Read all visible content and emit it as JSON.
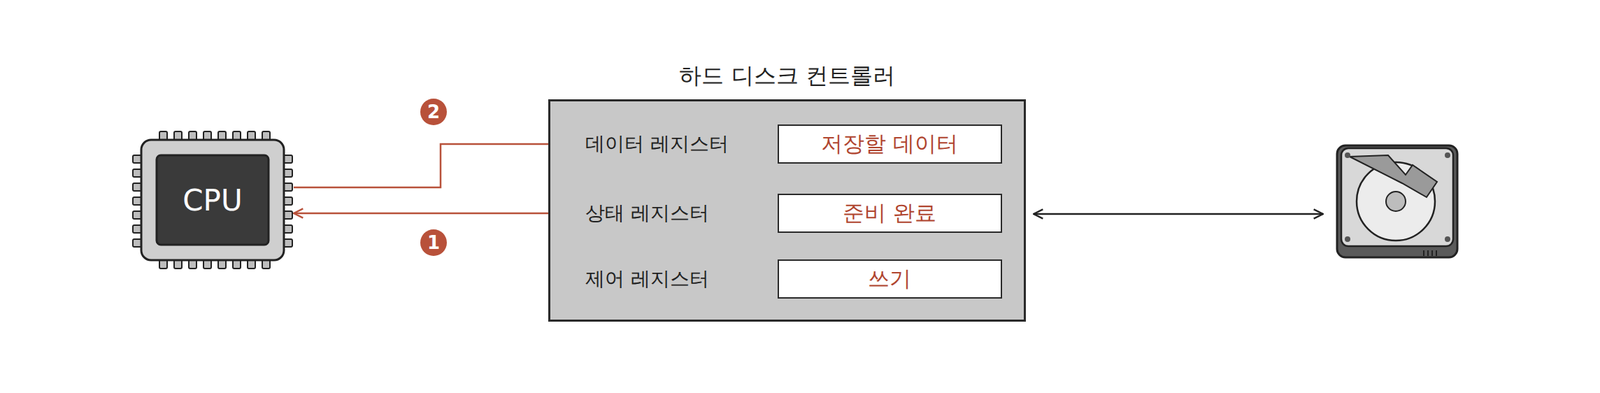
{
  "diagram": {
    "nodes": [
      {
        "text": [
          "CPU"
        ]
      },
      {
        "text": [
          "하드 디스크 컨트롤러"
        ]
      },
      {
        "text": [
          "데이터 레지스터",
          "저장할 데이터"
        ],
        "in": 1
      },
      {
        "text": [
          "상태 레지스터",
          "준비 완료"
        ],
        "in": 1
      },
      {
        "text": [
          "제어 레지스터",
          "쓰기"
        ],
        "in": 1
      }
    ],
    "edges": [
      {
        "from": 0,
        "to": 2,
        "arrow": "to"
      },
      {
        "from": 3,
        "to": 0,
        "arrow": "to"
      }
    ],
    "labels": [
      "2",
      "1"
    ]
  }
}
